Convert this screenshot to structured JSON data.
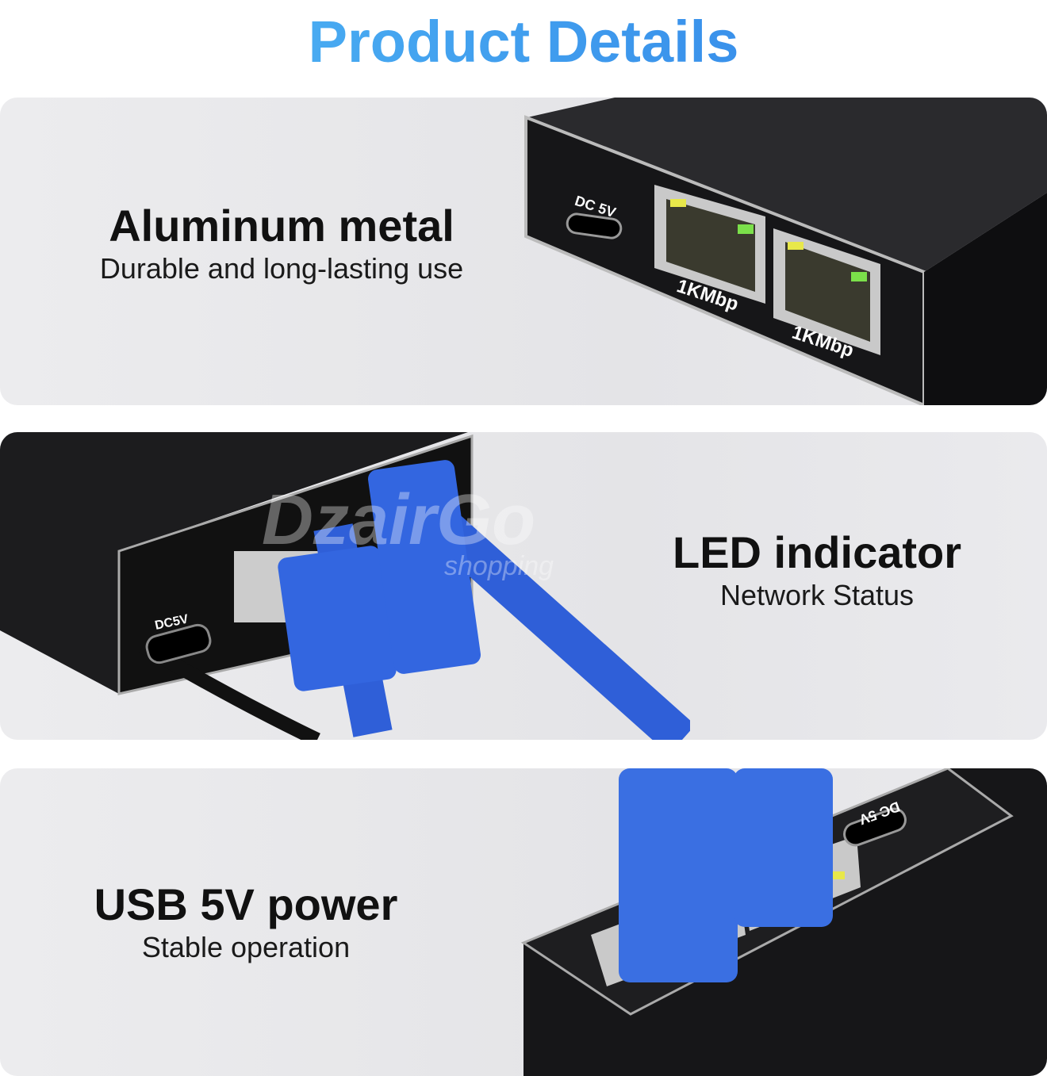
{
  "title": "Product Details",
  "features": [
    {
      "heading": "Aluminum metal",
      "subtitle": "Durable and long-lasting use"
    },
    {
      "heading": "LED indicator",
      "subtitle": "Network Status"
    },
    {
      "heading": "USB 5V power",
      "subtitle": "Stable operation"
    }
  ],
  "device_labels": {
    "dc": "DC 5V",
    "dc_compact": "DC5V",
    "port1": "1KMbp",
    "port2": "1KMbp"
  },
  "watermark": {
    "brand": "DzairGo",
    "tag": "shopping"
  },
  "colors": {
    "title_start": "#52bcf6",
    "title_end": "#2f7fe6",
    "cable": "#2f5fd8",
    "device": "#151517",
    "led_green": "#7be04a",
    "led_yellow": "#e8e84a"
  }
}
